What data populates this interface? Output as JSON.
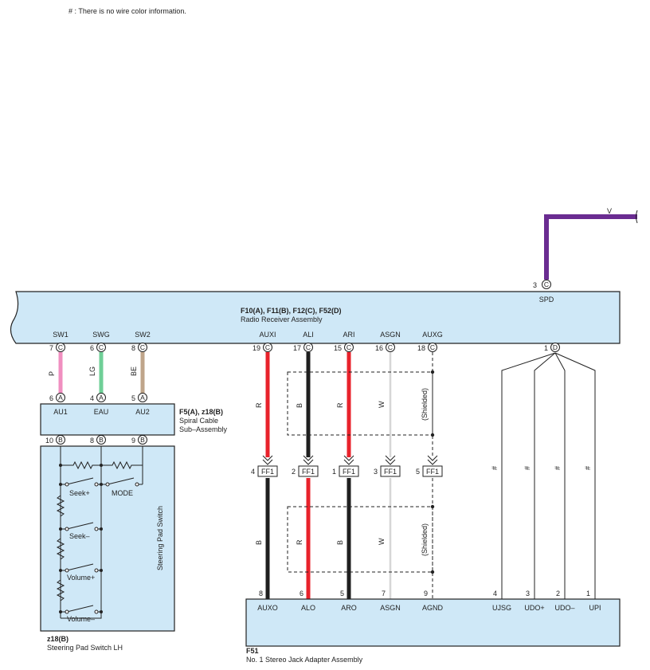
{
  "note": "# : There is no wire color information.",
  "colors": {
    "R": "#e8222b",
    "B": "#1f1f1f",
    "W": "#d6d6d6",
    "P": "#f08fc0",
    "LG": "#6fcf97",
    "BE": "#bfa58a",
    "V": "#6a2c91",
    "box": "#cfe8f7"
  },
  "radio": {
    "codes": "F10(A), F11(B), F12(C), F52(D)",
    "name": "Radio Receiver Assembly",
    "pins": [
      {
        "label": "SW1",
        "num": "7",
        "conn": "C"
      },
      {
        "label": "SWG",
        "num": "6",
        "conn": "C"
      },
      {
        "label": "SW2",
        "num": "8",
        "conn": "C"
      },
      {
        "label": "AUXI",
        "num": "19",
        "conn": "C"
      },
      {
        "label": "ALI",
        "num": "17",
        "conn": "C"
      },
      {
        "label": "ARI",
        "num": "15",
        "conn": "C"
      },
      {
        "label": "ASGN",
        "num": "16",
        "conn": "C"
      },
      {
        "label": "AUXG",
        "num": "18",
        "conn": "C"
      },
      {
        "label": "",
        "num": "1",
        "conn": "D"
      }
    ],
    "spd": {
      "label": "SPD",
      "num": "3",
      "conn": "C",
      "wire": "V"
    }
  },
  "spiral": {
    "codes": "F5(A), z18(B)",
    "name_line1": "Spiral Cable",
    "name_line2": "Sub–Assembly",
    "top_pins": [
      {
        "label": "AU1",
        "num": "6",
        "conn": "A",
        "wire": "P"
      },
      {
        "label": "EAU",
        "num": "4",
        "conn": "A",
        "wire": "LG"
      },
      {
        "label": "AU2",
        "num": "5",
        "conn": "A",
        "wire": "BE"
      }
    ],
    "bottom_pins": [
      {
        "num": "10",
        "conn": "B"
      },
      {
        "num": "8",
        "conn": "B"
      },
      {
        "num": "9",
        "conn": "B"
      }
    ]
  },
  "steering": {
    "inner_label": "Steering Pad Switch",
    "codes": "z18(B)",
    "name": "Steering Pad Switch LH",
    "switches": [
      "Seek+",
      "MODE",
      "Seek–",
      "Volume+",
      "Volume–"
    ]
  },
  "jack": {
    "codes": "F51",
    "name": "No. 1 Stereo Jack Adapter Assembly",
    "pins": [
      {
        "label": "AUXO",
        "num": "8"
      },
      {
        "label": "ALO",
        "num": "6"
      },
      {
        "label": "ARO",
        "num": "5"
      },
      {
        "label": "ASGN",
        "num": "7"
      },
      {
        "label": "AGND",
        "num": "9"
      },
      {
        "label": "UJSG",
        "num": "4"
      },
      {
        "label": "UDO+",
        "num": "3"
      },
      {
        "label": "UDO–",
        "num": "2"
      },
      {
        "label": "UPI",
        "num": "1"
      }
    ]
  },
  "junction": {
    "name": "FF1",
    "pins": [
      "4",
      "2",
      "1",
      "3",
      "5"
    ]
  },
  "wires_upper": [
    "R",
    "B",
    "R",
    "W"
  ],
  "wires_lower": [
    "B",
    "R",
    "B",
    "W"
  ],
  "shielded": "(Shielded)",
  "hash": "#"
}
